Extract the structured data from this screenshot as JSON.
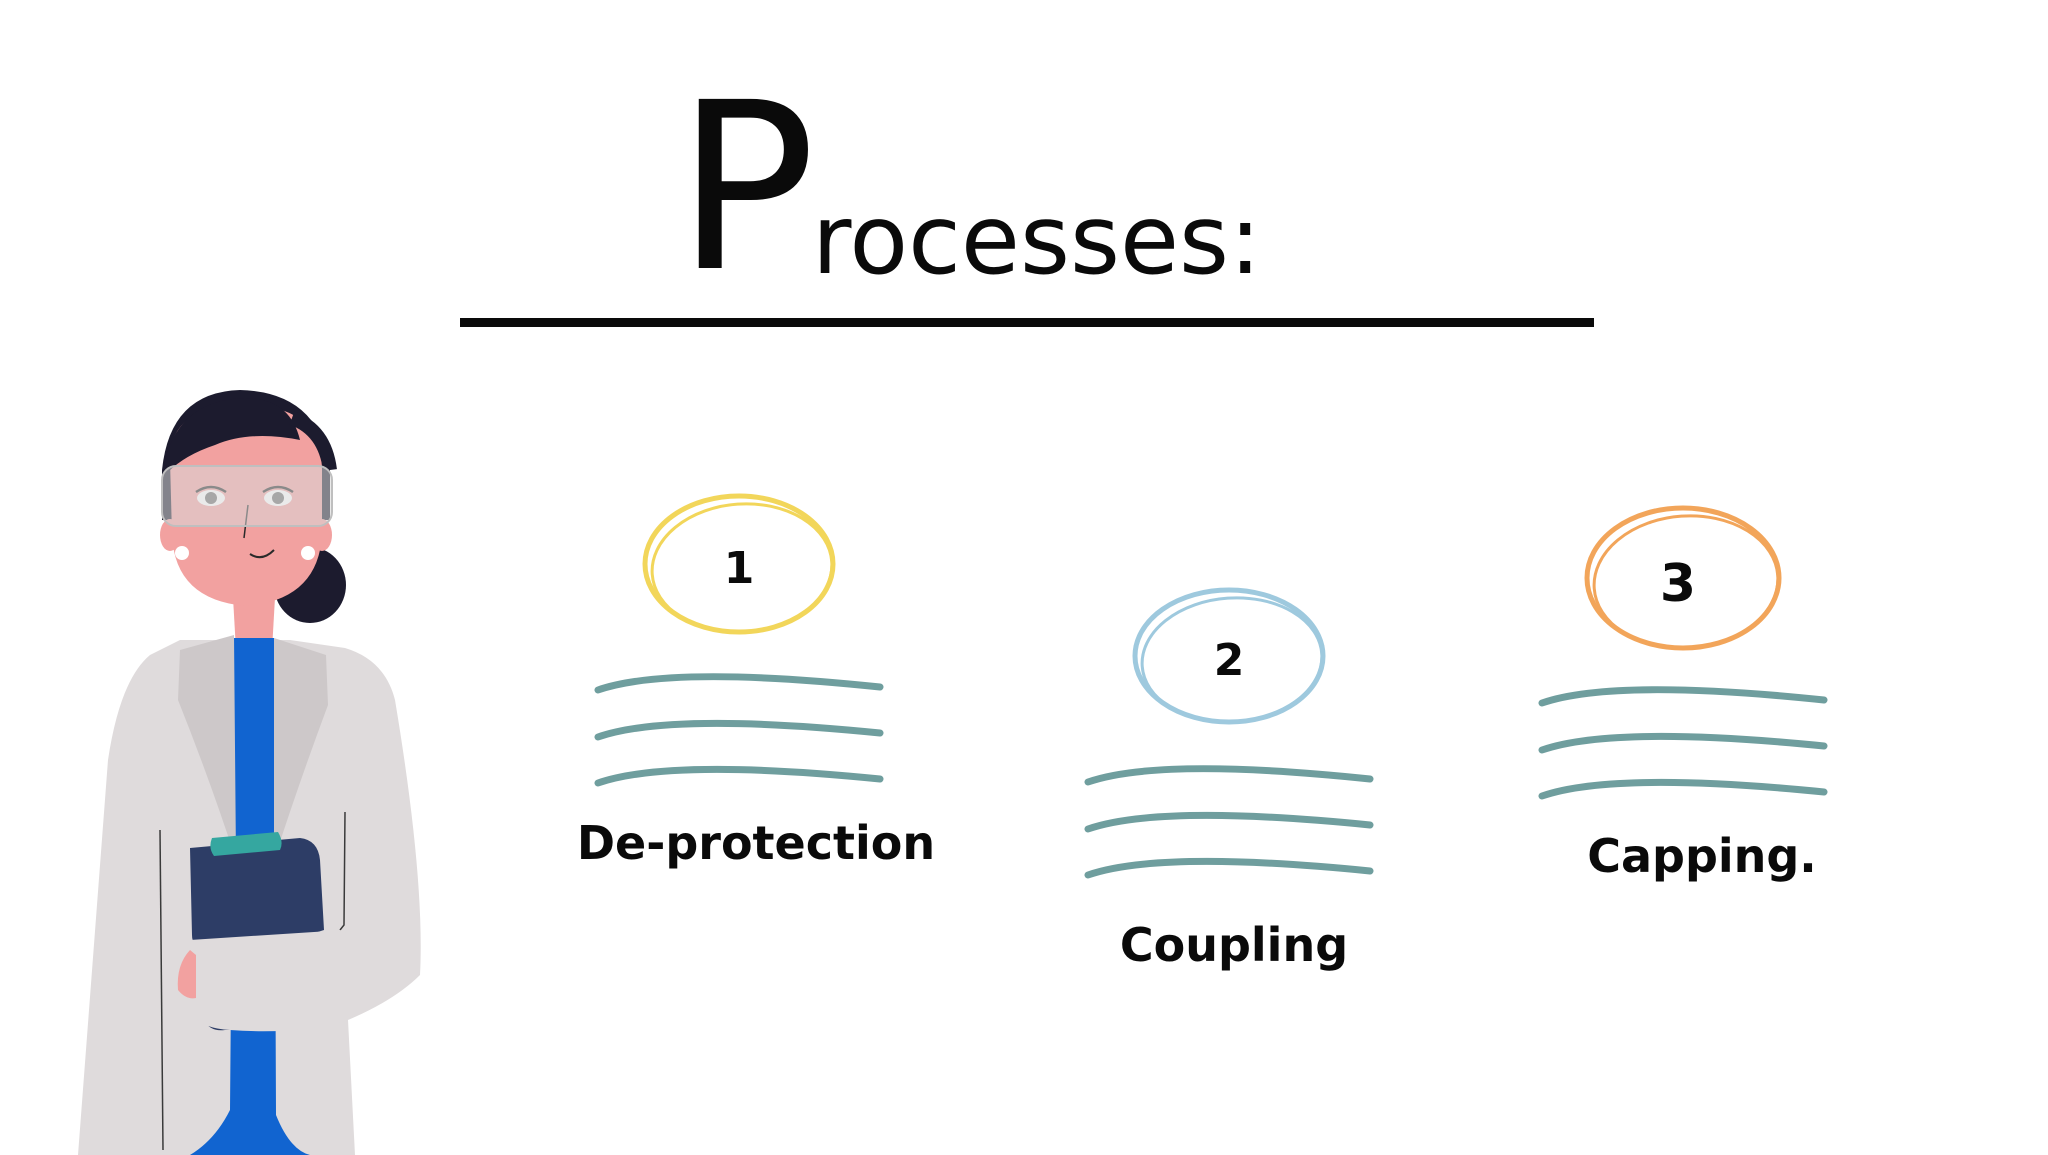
{
  "title": {
    "first_letter": "P",
    "rest": "rocesses:"
  },
  "colors": {
    "text": "#0a0a0a",
    "scribble_lines": "#6f9e9e",
    "step1_circle": "#f2d65a",
    "step2_circle": "#9ec9de",
    "step3_circle": "#f2a55a"
  },
  "illustration": {
    "icon": "scientist-woman-with-clipboard-icon"
  },
  "steps": [
    {
      "number": "1",
      "label": "De-protection",
      "circle_color": "#f2d65a"
    },
    {
      "number": "2",
      "label": "Coupling",
      "circle_color": "#9ec9de"
    },
    {
      "number": "3",
      "label": "Capping.",
      "circle_color": "#f2a55a"
    }
  ]
}
